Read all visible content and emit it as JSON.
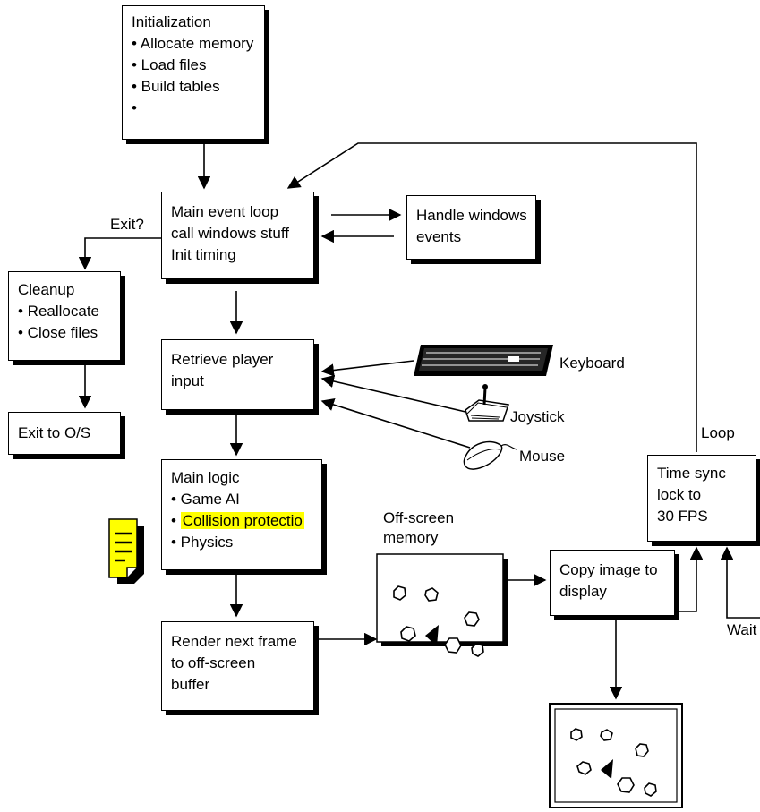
{
  "boxes": {
    "init": {
      "title": "Initialization",
      "items": [
        "• Allocate memory",
        "• Load files",
        "• Build tables",
        "•"
      ]
    },
    "event_loop": {
      "lines": [
        "Main event loop",
        "call windows stuff",
        "Init timing"
      ]
    },
    "windows_events": {
      "lines": [
        "Handle windows",
        "events"
      ]
    },
    "cleanup": {
      "title": "Cleanup",
      "items": [
        "• Reallocate",
        "• Close files"
      ]
    },
    "exit_os": {
      "lines": [
        "Exit to O/S"
      ]
    },
    "player_input": {
      "lines": [
        "Retrieve player",
        "input"
      ]
    },
    "main_logic": {
      "title": "Main logic",
      "items": [
        "• Game AI",
        "• ",
        "• Physics"
      ],
      "highlighted_item": "Collision protectio"
    },
    "render": {
      "lines": [
        "Render next frame",
        "to off-screen",
        "buffer"
      ]
    },
    "copy_image": {
      "lines": [
        "Copy image to",
        "display"
      ]
    },
    "time_sync": {
      "lines": [
        "Time sync",
        "lock to",
        "30 FPS"
      ]
    }
  },
  "labels": {
    "exit": "Exit?",
    "keyboard": "Keyboard",
    "joystick": "Joystick",
    "mouse": "Mouse",
    "loop": "Loop",
    "wait": "Wait",
    "offscreen": [
      "Off-screen",
      "memory"
    ]
  },
  "icons": [
    "keyboard-icon",
    "joystick-icon",
    "mouse-icon",
    "note-icon",
    "asteroid-icon",
    "ship-icon",
    "monitor-icon"
  ],
  "colors": {
    "highlight": "#ffff00",
    "note": "#ffff00",
    "line": "#000000"
  }
}
